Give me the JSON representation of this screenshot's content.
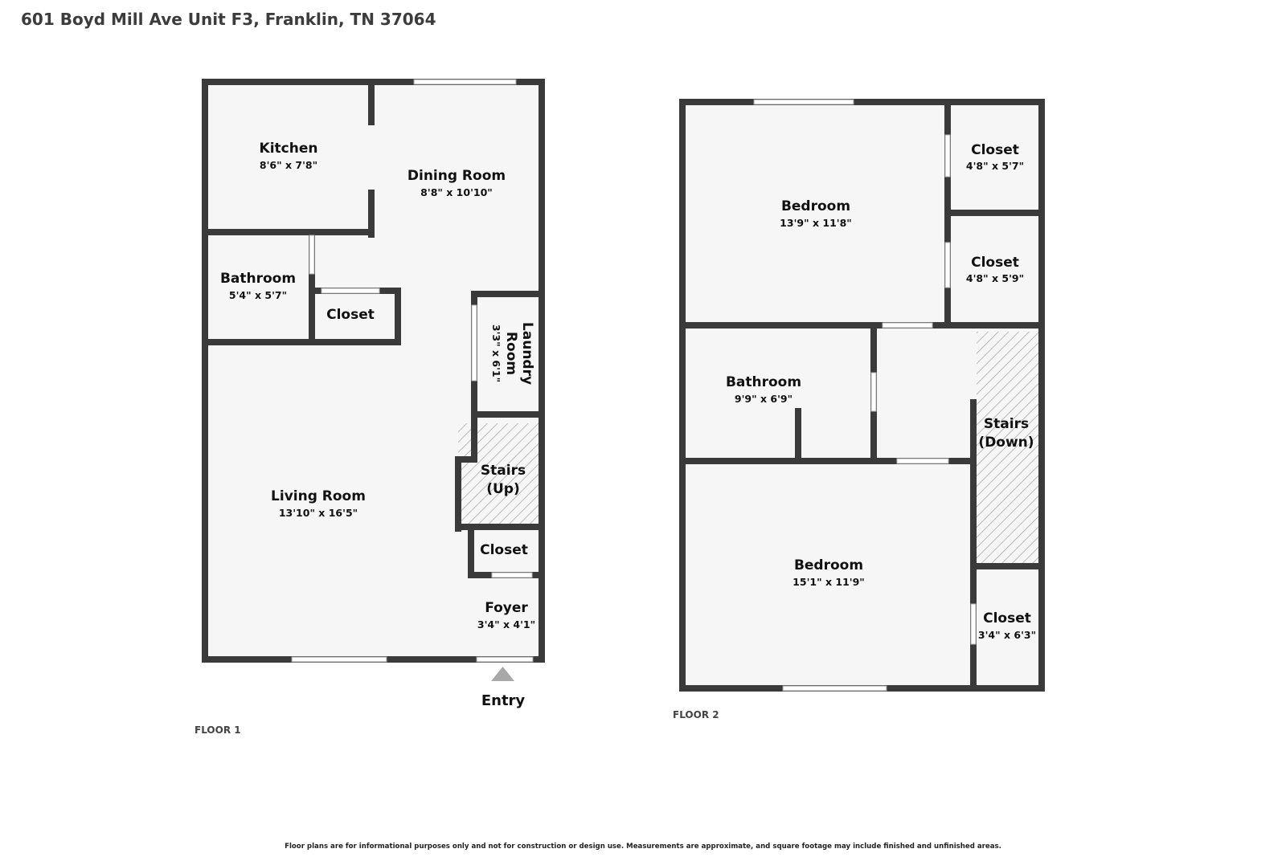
{
  "header": {
    "address": "601 Boyd Mill Ave Unit F3, Franklin, TN 37064"
  },
  "floors": [
    {
      "label": "FLOOR 1",
      "rooms": [
        {
          "id": "kitchen",
          "name": "Kitchen",
          "dims": "8'6\" x 7'8\""
        },
        {
          "id": "dining",
          "name": "Dining Room",
          "dims": "8'8\" x 10'10\""
        },
        {
          "id": "bath1",
          "name": "Bathroom",
          "dims": "5'4\" x 5'7\""
        },
        {
          "id": "closet1a",
          "name": "Closet",
          "dims": ""
        },
        {
          "id": "laundry",
          "name": "Laundry Room",
          "dims": "3'3\" x 6'1\""
        },
        {
          "id": "stairsup",
          "name": "Stairs (Up)",
          "dims": ""
        },
        {
          "id": "living",
          "name": "Living Room",
          "dims": "13'10\" x 16'5\""
        },
        {
          "id": "closet1b",
          "name": "Closet",
          "dims": ""
        },
        {
          "id": "foyer",
          "name": "Foyer",
          "dims": "3'4\" x 4'1\""
        }
      ],
      "entry_label": "Entry"
    },
    {
      "label": "FLOOR 2",
      "rooms": [
        {
          "id": "bed2a",
          "name": "Bedroom",
          "dims": "13'9\" x 11'8\""
        },
        {
          "id": "closet2a",
          "name": "Closet",
          "dims": "4'8\" x 5'7\""
        },
        {
          "id": "closet2b",
          "name": "Closet",
          "dims": "4'8\" x 5'9\""
        },
        {
          "id": "bath2",
          "name": "Bathroom",
          "dims": "9'9\" x 6'9\""
        },
        {
          "id": "stairsdown",
          "name": "Stairs (Down)",
          "dims": ""
        },
        {
          "id": "bed2b",
          "name": "Bedroom",
          "dims": "15'1\" x 11'9\""
        },
        {
          "id": "closet2c",
          "name": "Closet",
          "dims": "3'4\" x 6'3\""
        }
      ]
    }
  ],
  "footer": {
    "disclaimer": "Floor plans are for informational purposes only and not for construction or design use. Measurements are approximate, and square footage may include finished and unfinished areas."
  },
  "colors": {
    "wall": "#3a3a3a",
    "floor": "#f6f6f6",
    "window": "#ffffff"
  }
}
